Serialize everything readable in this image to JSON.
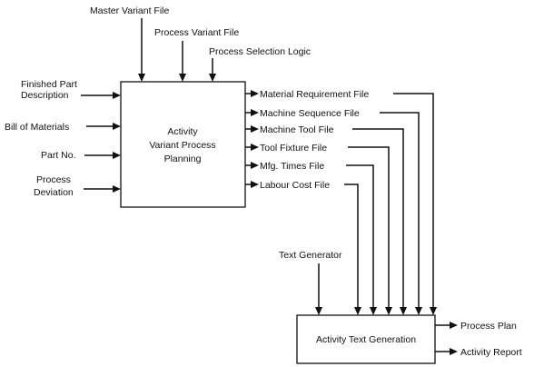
{
  "colors": {
    "stroke": "#111111",
    "background": "#ffffff"
  },
  "boxes": {
    "planning": {
      "lines": [
        "Activity",
        "Variant Process",
        "Planning"
      ]
    },
    "text_generation": {
      "label": "Activity Text Generation"
    }
  },
  "top_inputs": [
    "Master Variant File",
    "Process Variant File",
    "Process Selection Logic"
  ],
  "left_inputs": {
    "finished_part": [
      "Finished Part",
      "Description"
    ],
    "bill_of_materials": "Bill of Materials",
    "part_no": "Part No.",
    "process_deviation": [
      "Process",
      "Deviation"
    ]
  },
  "files": [
    "Material Requirement File",
    "Machine Sequence File",
    "Machine Tool File",
    "Tool Fixture File",
    "Mfg. Times File",
    "Labour Cost File"
  ],
  "text_generator": "Text Generator",
  "outputs": [
    "Process Plan",
    "Activity Report"
  ]
}
